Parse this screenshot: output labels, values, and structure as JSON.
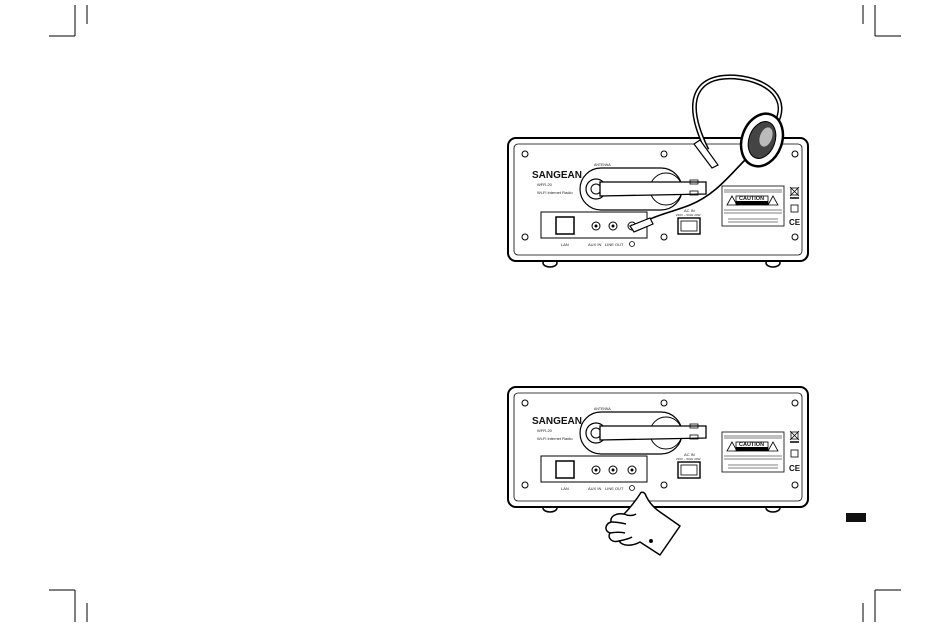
{
  "radio_top": {
    "brand": "SANGEAN",
    "model": "WFR-20",
    "subtitle": "Wi-Fi Internet Radio",
    "antenna_label": "ANTENNA",
    "ports": {
      "lan": "LAN",
      "aux_in": "AUX IN",
      "line_out": "LINE OUT"
    },
    "ac_in": "AC IN",
    "ac_spec": "230V ~ 50Hz 20W",
    "warning_label": "CAUTION"
  },
  "radio_bottom": {
    "brand": "SANGEAN",
    "model": "WFR-20",
    "subtitle": "Wi-Fi Internet Radio",
    "antenna_label": "ANTENNA",
    "ports": {
      "lan": "LAN",
      "aux_in": "AUX IN",
      "line_out": "LINE OUT"
    },
    "ac_in": "AC IN",
    "ac_spec": "230V ~ 50Hz 20W",
    "warning_label": "CAUTION"
  },
  "icons": [
    "headphones-icon",
    "pointing-hand-icon",
    "crop-mark-icon",
    "ce-mark-icon",
    "weee-bin-icon",
    "headphone-jack-icon"
  ]
}
